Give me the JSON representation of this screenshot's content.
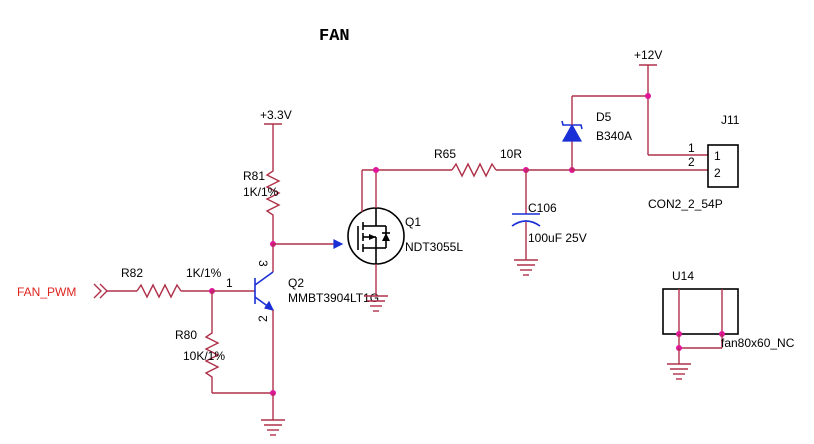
{
  "title": "FAN",
  "power": {
    "v33": "+3.3V",
    "v12": "+12V"
  },
  "net": {
    "fan_pwm": "FAN_PWM"
  },
  "r82": {
    "ref": "R82",
    "value": "1K/1%"
  },
  "r81": {
    "ref": "R81",
    "value": "1K/1%"
  },
  "r80": {
    "ref": "R80",
    "value": "10K/1%"
  },
  "r65": {
    "ref": "R65",
    "value": "10R"
  },
  "q2": {
    "ref": "Q2",
    "part": "MMBT3904LT1G",
    "pin_base": "1",
    "pin_collector": "3",
    "pin_emitter": "2"
  },
  "q1": {
    "ref": "Q1",
    "part": "NDT3055L"
  },
  "d5": {
    "ref": "D5",
    "part": "B340A"
  },
  "c106": {
    "ref": "C106",
    "value": "100uF 25V"
  },
  "j11": {
    "ref": "J11",
    "part": "CON2_2_54P",
    "pin1": "1",
    "pin2": "2"
  },
  "u14": {
    "ref": "U14",
    "part": "fan80x60_NC"
  }
}
